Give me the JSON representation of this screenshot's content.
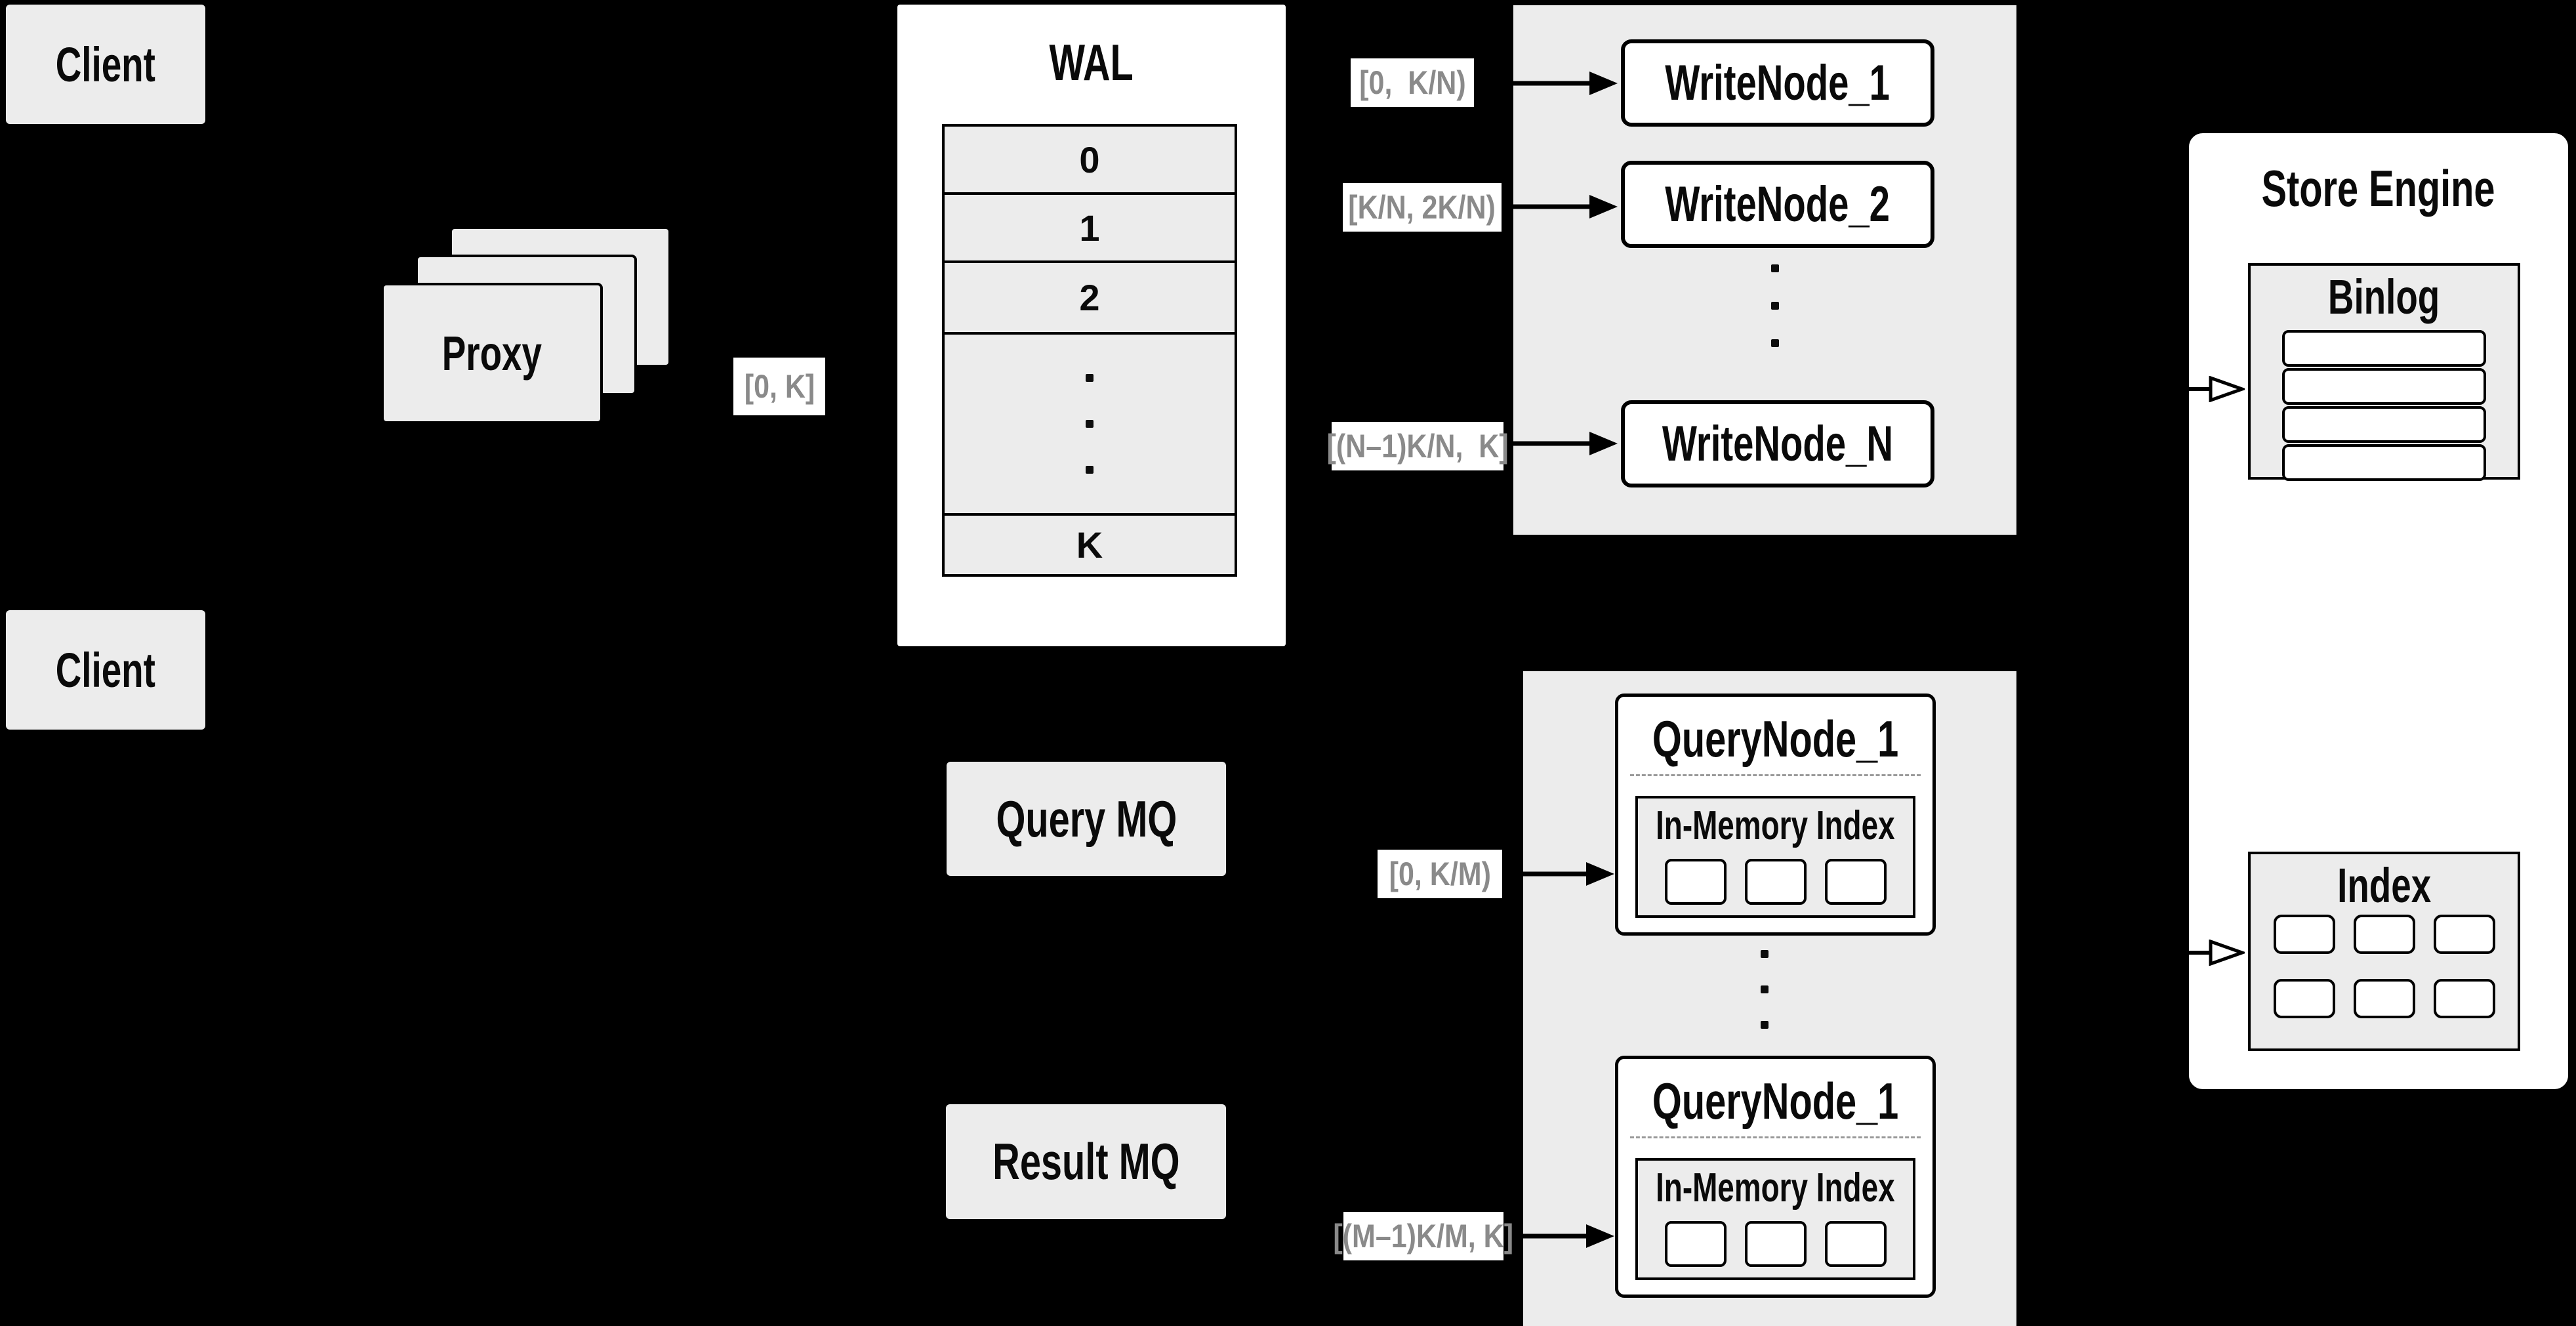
{
  "colors": {
    "background": "#000000",
    "panel_gray": "#ececec",
    "box_white": "#ffffff",
    "border_black": "#000000",
    "range_label_text": "#8a8a8a",
    "range_label_bg": "#ffffff",
    "dashed_divider": "#999999"
  },
  "nodes": {
    "client_top": "Client",
    "client_bottom": "Client",
    "proxy": "Proxy",
    "wal": {
      "title": "WAL",
      "rows": [
        "0",
        "1",
        "2",
        "K"
      ]
    },
    "query_mq": "Query MQ",
    "result_mq": "Result MQ",
    "write_nodes": [
      "WriteNode_1",
      "WriteNode_2",
      "WriteNode_N"
    ],
    "query_nodes": [
      {
        "title": "QueryNode_1",
        "index_title": "In-Memory Index"
      },
      {
        "title": "QueryNode_1",
        "index_title": "In-Memory Index"
      }
    ],
    "store_engine": {
      "title": "Store Engine",
      "binlog_title": "Binlog",
      "index_title": "Index"
    }
  },
  "labels": {
    "proxy_range": "[0, K]",
    "write_ranges": [
      "[0,  K/N)",
      "[K/N, 2K/N)",
      "[(N–1)K/N,  K]"
    ],
    "query_range_top": "[0, K/M)",
    "query_range_bottom": "[(M–1)K/M, K]"
  }
}
